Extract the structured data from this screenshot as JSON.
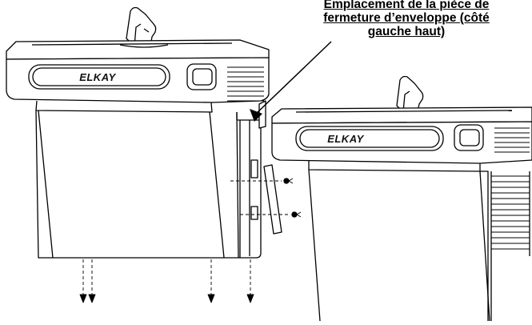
{
  "callout": {
    "line1": "Emplacement de la pièce de",
    "line2": "fermeture d’enveloppe (côté",
    "line3": "gauche haut)"
  },
  "left_unit": {
    "brand": "ELKAY"
  },
  "right_unit": {
    "brand": "ELKAY"
  }
}
